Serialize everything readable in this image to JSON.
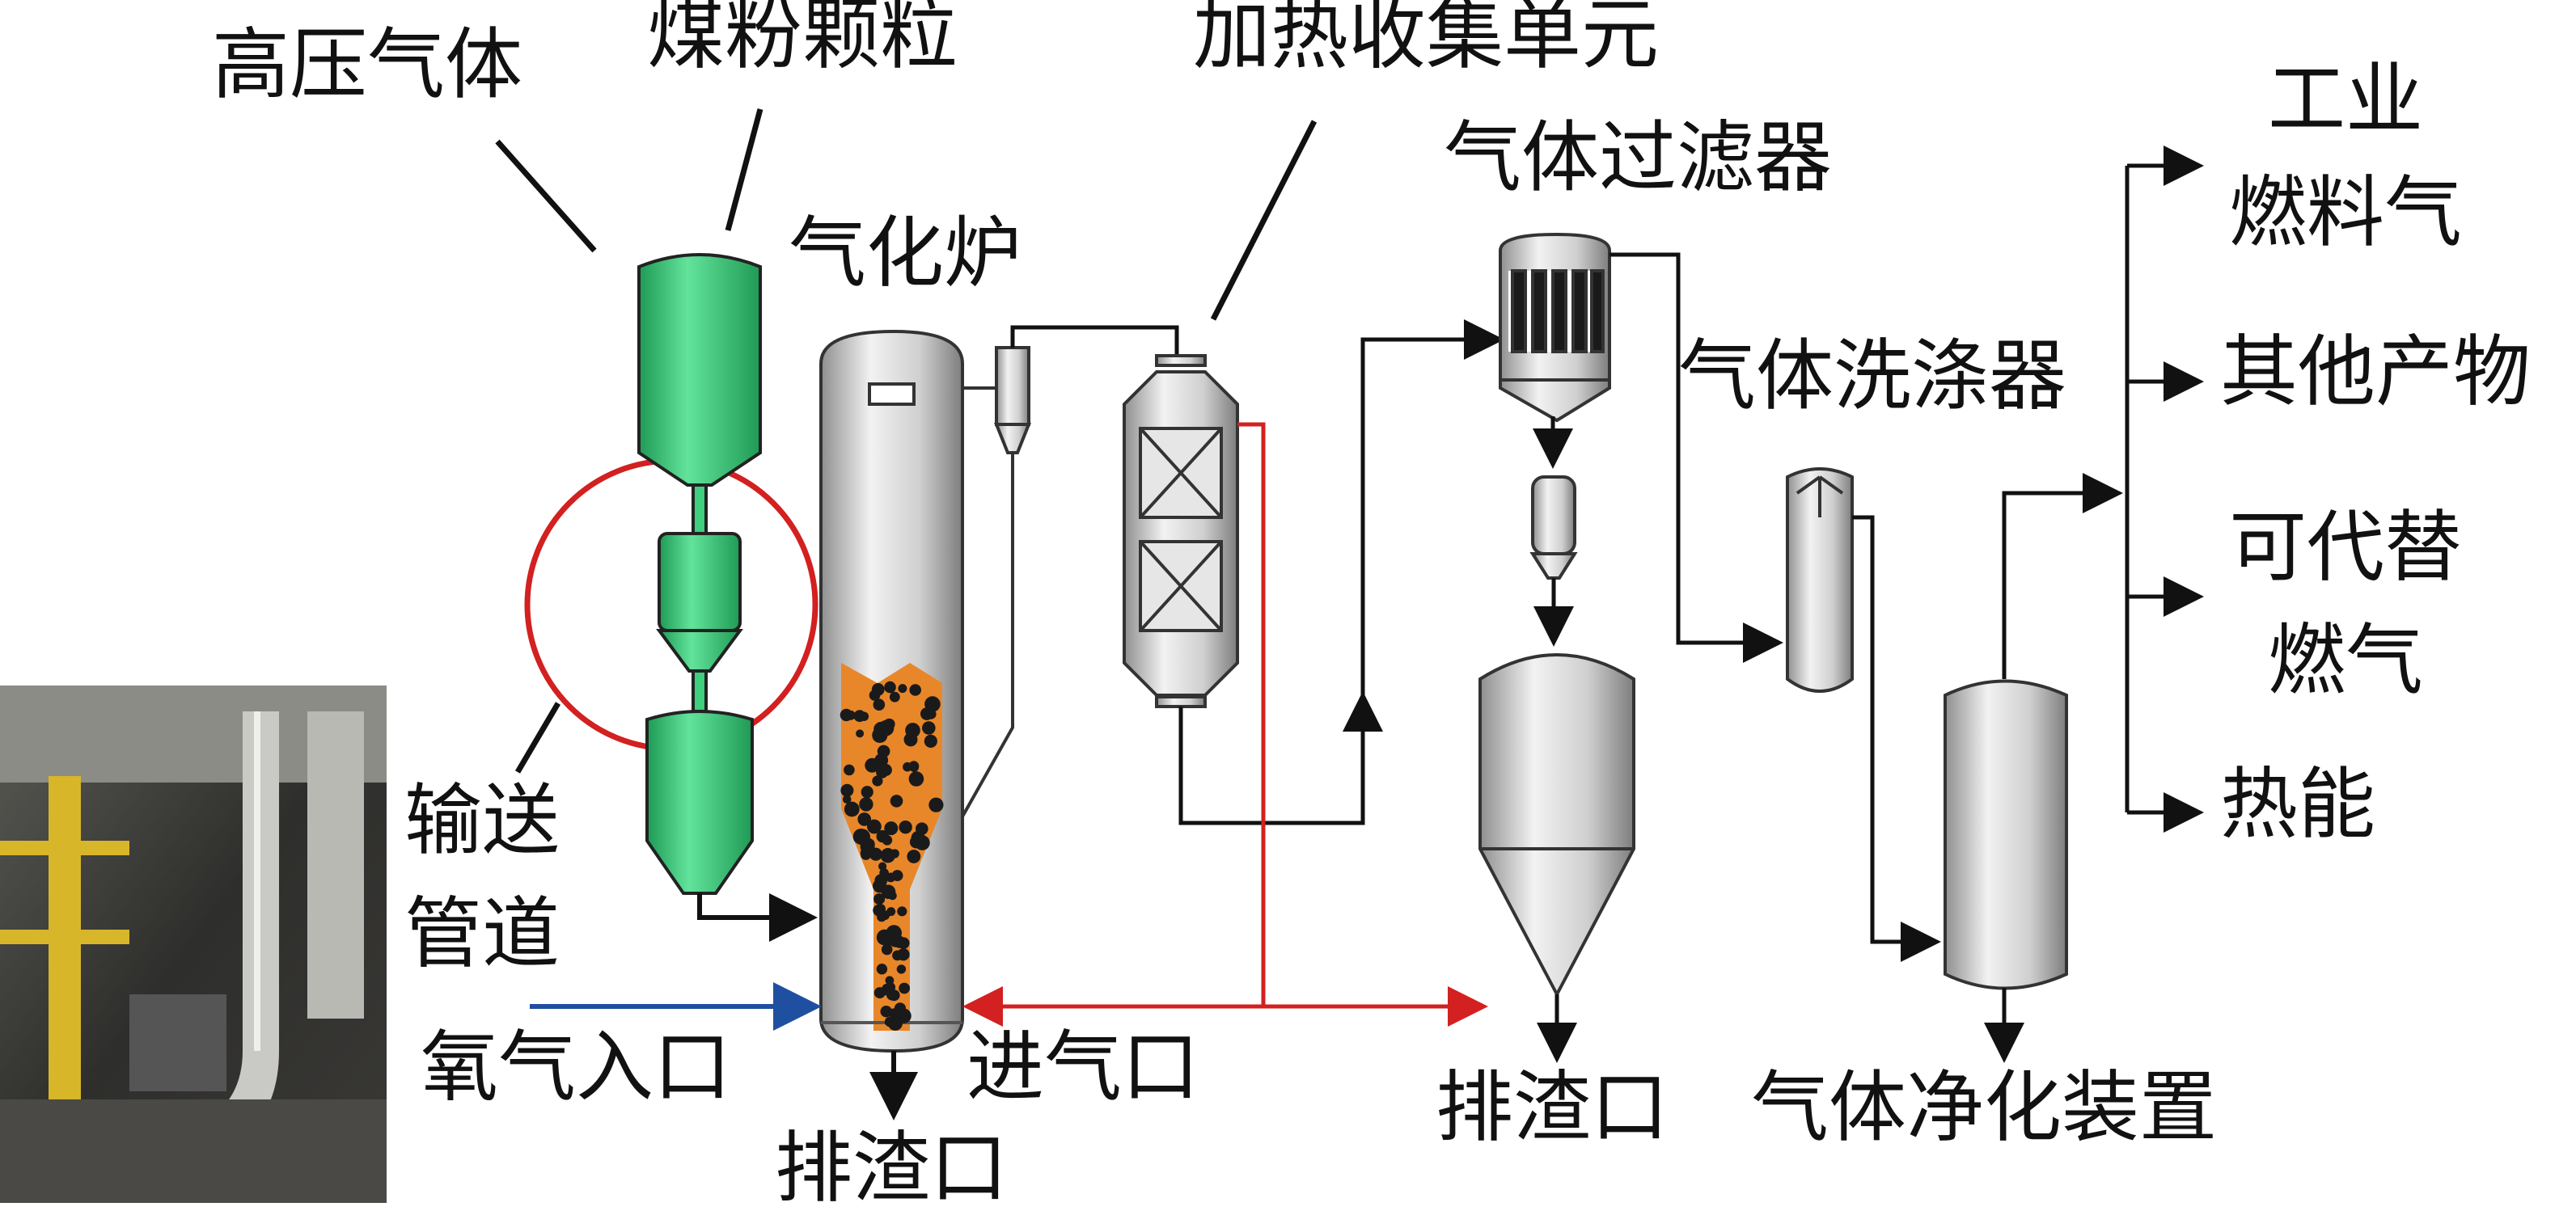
{
  "labels": {
    "high_pressure_gas": "高压气体",
    "coal_particles": "煤粉颗粒",
    "gasifier": "气化炉",
    "heat_collection_unit": "加热收集单元",
    "gas_filter": "气体过滤器",
    "gas_scrubber": "气体洗涤器",
    "conveying_pipe_line1": "输送",
    "conveying_pipe_line2": "管道",
    "oxygen_inlet": "氧气入口",
    "air_inlet": "进气口",
    "slag_outlet_gasifier": "排渣口",
    "slag_outlet_filter": "排渣口",
    "gas_purification_device": "气体净化装置",
    "industrial_fuel_gas_line1": "工业",
    "industrial_fuel_gas_line2": "燃料气",
    "other_products": "其他产物",
    "alternative_gas_line1": "可代替",
    "alternative_gas_line2": "燃气",
    "thermal_energy": "热能"
  },
  "colors": {
    "hopper_green": "#3ecf7f",
    "vessel_gray": "#c8c8c8",
    "oxygen_arrow": "#1f4fa0",
    "air_line": "#d32020",
    "highlight_circle": "#d32020",
    "coal_bed": "#e8872a"
  }
}
